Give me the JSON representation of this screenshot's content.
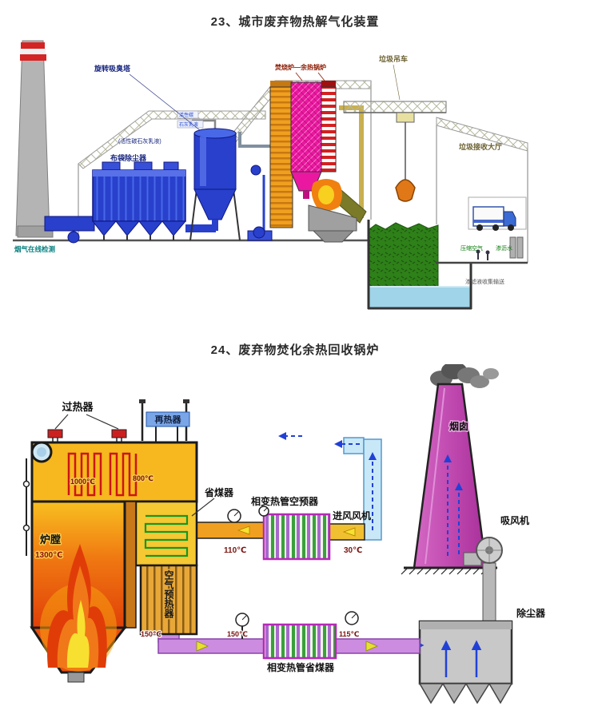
{
  "section1": {
    "title": "23、城市废弃物热解气化装置",
    "labels": {
      "spray_tower": "旋转吸臭塔",
      "reagent_note": "(活性碳石灰乳液)",
      "activated_carbon": "活性碳",
      "lime_milk": "石灰乳液",
      "bag_filter": "布袋除尘器",
      "incinerator_boiler": "焚烧炉—余热锅炉",
      "garbage_crane": "垃圾吊车",
      "receiving_hall": "垃圾接收大厅",
      "flue_gas_monitoring": "烟气在线检测",
      "compressed_air": "压缩空气",
      "seepage_water": "渗沥水",
      "leachate_transport": "渗滤液收集输送"
    }
  },
  "section2": {
    "title": "24、废弃物焚化余热回收锅炉",
    "labels": {
      "superheater": "过热器",
      "reheater": "再热器",
      "furnace": "炉膛",
      "economizer": "省煤器",
      "air_preheater": "空气预热器",
      "pc_air_preheater": "相变热管空预器",
      "inlet_fan": "进风风机",
      "chimney": "烟囱",
      "suction_fan": "吸风机",
      "dust_collector": "除尘器",
      "pc_economizer": "相变热管省煤器"
    },
    "temps": {
      "furnace_top": "1000℃",
      "reheat_zone": "800℃",
      "furnace_core": "1300℃",
      "air_out": "110℃",
      "air_in": "30℃",
      "flue_exit_1": "150℃",
      "flue_exit_2": "150℃",
      "flue_after_pc": "115℃"
    }
  }
}
